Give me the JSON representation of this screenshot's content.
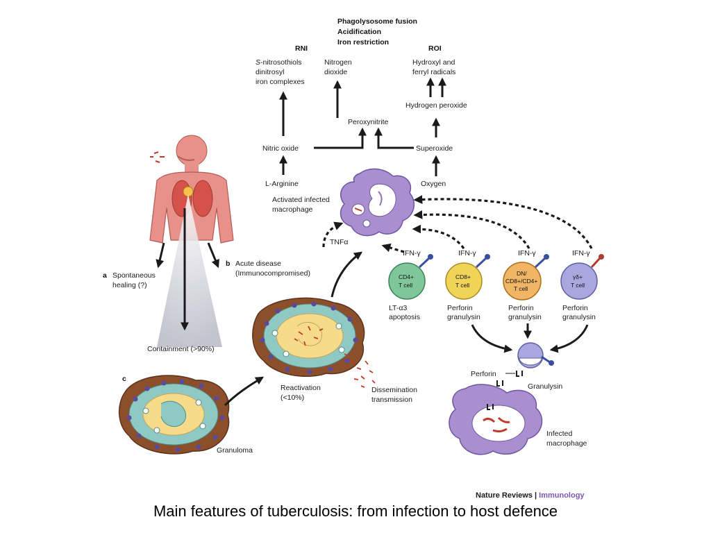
{
  "top_labels": {
    "phagolysosome_line1": "Phagolysosome fusion",
    "phagolysosome_line2": "Acidification",
    "phagolysosome_line3": "Iron restriction",
    "rni": "RNI",
    "roi": "ROI"
  },
  "rni_products": {
    "nitrosothiols_prefix": "S",
    "nitrosothiols_line1": "-nitrosothiols",
    "nitrosothiols_line2": "dinitrosyl",
    "nitrosothiols_line3": "iron complexes",
    "nitrogen_line1": "Nitrogen",
    "nitrogen_line2": "dioxide"
  },
  "roi_products": {
    "hydroxyl_line1": "Hydroxyl and",
    "hydroxyl_line2": "ferryl radicals",
    "hydrogen_peroxide": "Hydrogen peroxide"
  },
  "pathway": {
    "peroxynitrite": "Peroxynitrite",
    "nitric_oxide": "Nitric oxide",
    "superoxide": "Superoxide",
    "l_arginine": "L-Arginine",
    "oxygen": "Oxygen",
    "activated_line1": "Activated infected",
    "activated_line2": "macrophage",
    "tnf": "TNFα"
  },
  "human": {
    "a_letter": "a",
    "a_line1": "Spontaneous",
    "a_line2": "healing (?)",
    "b_letter": "b",
    "b_line1": "Acute disease",
    "b_line2": "(Immunocompromised)",
    "containment": "Containment (>90%)"
  },
  "granuloma": {
    "c_letter": "c",
    "granuloma": "Granuloma",
    "reactivation_line1": "Reactivation",
    "reactivation_line2": "(<10%)",
    "dissemination_line1": "Dissemination",
    "dissemination_line2": "transmission"
  },
  "t_cells": [
    {
      "ifn": "IFN-γ",
      "line1": "CD4+",
      "line2": "T cell",
      "line3": "",
      "effect1": "LT-α3",
      "effect2": "apoptosis",
      "color": "#7fc79a"
    },
    {
      "ifn": "IFN-γ",
      "line1": "CD8+",
      "line2": "T cell",
      "line3": "",
      "effect1": "Perforin",
      "effect2": "granulysin",
      "color": "#f2d35a"
    },
    {
      "ifn": "IFN-γ",
      "line1": "DN/",
      "line2": "CD8+/CD4+",
      "line3": "T cell",
      "effect1": "Perforin",
      "effect2": "granulysin",
      "color": "#f0b565"
    },
    {
      "ifn": "IFN-γ",
      "line1": "γδ+",
      "line2": "T cell",
      "line3": "",
      "effect1": "Perforin",
      "effect2": "granulysin",
      "color": "#a9a8de"
    }
  ],
  "killing": {
    "perforin": "Perforin",
    "granulysin": "Granulysin",
    "infected_line1": "Infected",
    "infected_line2": "macrophage"
  },
  "credit": {
    "journal": "Nature Reviews",
    "separator": " | ",
    "section": "Immunology"
  },
  "caption": "Main features of tuberculosis: from infection to host defence",
  "colors": {
    "macrophage": "#a98fd0",
    "body": "#e8908a",
    "granuloma_brown": "#8b4f2b",
    "granuloma_teal": "#8fc9c4",
    "granuloma_yellow": "#f6dc8a",
    "credit_purple": "#7b58b0"
  }
}
